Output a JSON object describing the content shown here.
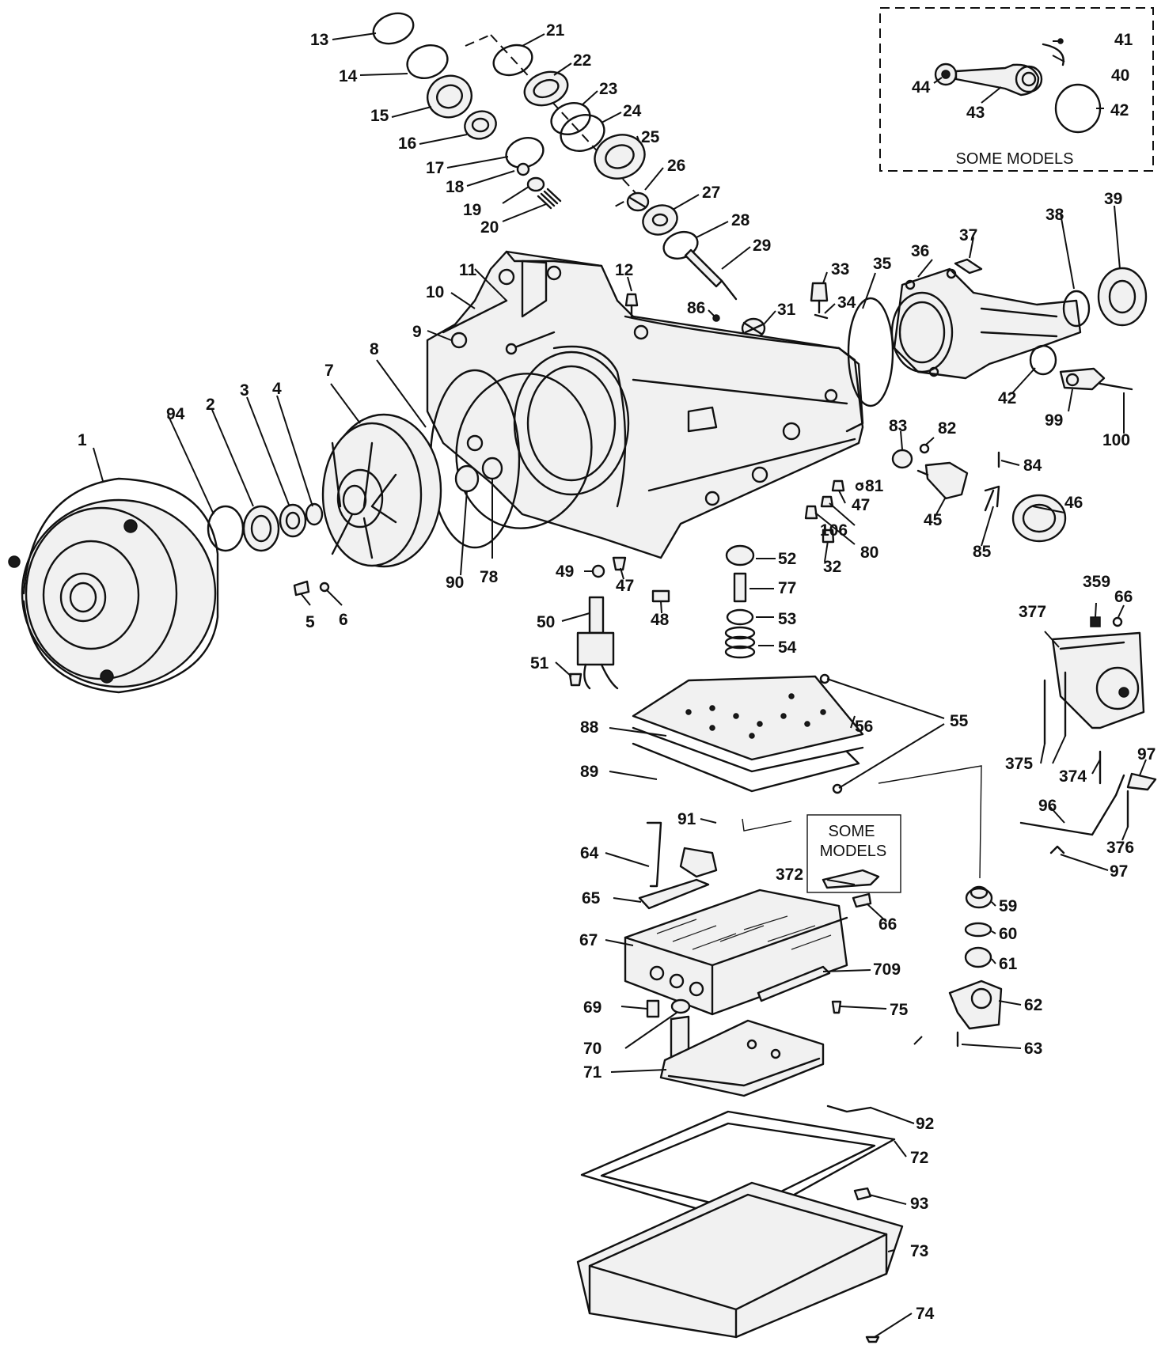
{
  "notes": {
    "some_models_top": "SOME MODELS",
    "some_models_mid_1": "SOME",
    "some_models_mid_2": "MODELS"
  },
  "callouts": [
    {
      "key": "c1",
      "text": "1"
    },
    {
      "key": "c2",
      "text": "2"
    },
    {
      "key": "c3",
      "text": "3"
    },
    {
      "key": "c4",
      "text": "4"
    },
    {
      "key": "c5",
      "text": "5"
    },
    {
      "key": "c6",
      "text": "6"
    },
    {
      "key": "c7",
      "text": "7"
    },
    {
      "key": "c8",
      "text": "8"
    },
    {
      "key": "c9",
      "text": "9"
    },
    {
      "key": "c10",
      "text": "10"
    },
    {
      "key": "c11",
      "text": "11"
    },
    {
      "key": "c12",
      "text": "12"
    },
    {
      "key": "c13",
      "text": "13"
    },
    {
      "key": "c14",
      "text": "14"
    },
    {
      "key": "c15",
      "text": "15"
    },
    {
      "key": "c16",
      "text": "16"
    },
    {
      "key": "c17",
      "text": "17"
    },
    {
      "key": "c18",
      "text": "18"
    },
    {
      "key": "c19",
      "text": "19"
    },
    {
      "key": "c20",
      "text": "20"
    },
    {
      "key": "c21",
      "text": "21"
    },
    {
      "key": "c22",
      "text": "22"
    },
    {
      "key": "c23",
      "text": "23"
    },
    {
      "key": "c24",
      "text": "24"
    },
    {
      "key": "c25",
      "text": "25"
    },
    {
      "key": "c26",
      "text": "26"
    },
    {
      "key": "c27",
      "text": "27"
    },
    {
      "key": "c28",
      "text": "28"
    },
    {
      "key": "c29",
      "text": "29"
    },
    {
      "key": "c31",
      "text": "31"
    },
    {
      "key": "c32",
      "text": "32"
    },
    {
      "key": "c33",
      "text": "33"
    },
    {
      "key": "c34",
      "text": "34"
    },
    {
      "key": "c35",
      "text": "35"
    },
    {
      "key": "c36",
      "text": "36"
    },
    {
      "key": "c37",
      "text": "37"
    },
    {
      "key": "c38",
      "text": "38"
    },
    {
      "key": "c39",
      "text": "39"
    },
    {
      "key": "c40",
      "text": "40"
    },
    {
      "key": "c41",
      "text": "41"
    },
    {
      "key": "c42a",
      "text": "42"
    },
    {
      "key": "c42b",
      "text": "42"
    },
    {
      "key": "c43",
      "text": "43"
    },
    {
      "key": "c44",
      "text": "44"
    },
    {
      "key": "c45",
      "text": "45"
    },
    {
      "key": "c46",
      "text": "46"
    },
    {
      "key": "c47a",
      "text": "47"
    },
    {
      "key": "c47b",
      "text": "47"
    },
    {
      "key": "c48",
      "text": "48"
    },
    {
      "key": "c49",
      "text": "49"
    },
    {
      "key": "c50",
      "text": "50"
    },
    {
      "key": "c51",
      "text": "51"
    },
    {
      "key": "c52",
      "text": "52"
    },
    {
      "key": "c53",
      "text": "53"
    },
    {
      "key": "c54",
      "text": "54"
    },
    {
      "key": "c55",
      "text": "55"
    },
    {
      "key": "c56",
      "text": "56"
    },
    {
      "key": "c59",
      "text": "59"
    },
    {
      "key": "c60",
      "text": "60"
    },
    {
      "key": "c61",
      "text": "61"
    },
    {
      "key": "c62",
      "text": "62"
    },
    {
      "key": "c63",
      "text": "63"
    },
    {
      "key": "c64",
      "text": "64"
    },
    {
      "key": "c65",
      "text": "65"
    },
    {
      "key": "c66",
      "text": "66"
    },
    {
      "key": "c66b",
      "text": "66"
    },
    {
      "key": "c67",
      "text": "67"
    },
    {
      "key": "c69",
      "text": "69"
    },
    {
      "key": "c70",
      "text": "70"
    },
    {
      "key": "c71",
      "text": "71"
    },
    {
      "key": "c72",
      "text": "72"
    },
    {
      "key": "c73",
      "text": "73"
    },
    {
      "key": "c74",
      "text": "74"
    },
    {
      "key": "c75",
      "text": "75"
    },
    {
      "key": "c77",
      "text": "77"
    },
    {
      "key": "c78",
      "text": "78"
    },
    {
      "key": "c80",
      "text": "80"
    },
    {
      "key": "c81",
      "text": "81"
    },
    {
      "key": "c82",
      "text": "82"
    },
    {
      "key": "c83",
      "text": "83"
    },
    {
      "key": "c84",
      "text": "84"
    },
    {
      "key": "c85",
      "text": "85"
    },
    {
      "key": "c86",
      "text": "86"
    },
    {
      "key": "c88",
      "text": "88"
    },
    {
      "key": "c89",
      "text": "89"
    },
    {
      "key": "c90",
      "text": "90"
    },
    {
      "key": "c91",
      "text": "91"
    },
    {
      "key": "c92",
      "text": "92"
    },
    {
      "key": "c93",
      "text": "93"
    },
    {
      "key": "c94",
      "text": "94"
    },
    {
      "key": "c96",
      "text": "96"
    },
    {
      "key": "c97a",
      "text": "97"
    },
    {
      "key": "c97b",
      "text": "97"
    },
    {
      "key": "c99",
      "text": "99"
    },
    {
      "key": "c100",
      "text": "100"
    },
    {
      "key": "c106",
      "text": "106"
    },
    {
      "key": "c359",
      "text": "359"
    },
    {
      "key": "c372",
      "text": "372"
    },
    {
      "key": "c374",
      "text": "374"
    },
    {
      "key": "c375",
      "text": "375"
    },
    {
      "key": "c376",
      "text": "376"
    },
    {
      "key": "c377",
      "text": "377"
    },
    {
      "key": "c709",
      "text": "709"
    }
  ]
}
